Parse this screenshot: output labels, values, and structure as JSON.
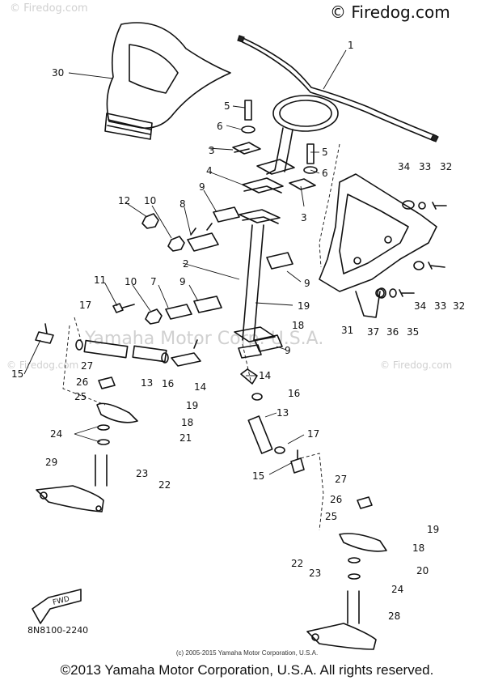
{
  "watermarks": {
    "brand_top": "© Firedog.com",
    "faint_top_left": "© Firedog.com",
    "center": "Yamaha Motor Corp. U.S.A.",
    "faint_mid_left": "© Firedog.com",
    "faint_mid_right": "© Firedog.com"
  },
  "diagram_code": "8N8100-2240",
  "front_arrow_label": "FWD",
  "credit_line": "(c) 2005-2015 Yamaha Motor Corporation, U.S.A.",
  "copyright": "©2013 Yamaha Motor Corporation, U.S.A. All rights reserved.",
  "callouts": [
    "1",
    "2",
    "3",
    "3",
    "4",
    "5",
    "5",
    "6",
    "6",
    "7",
    "8",
    "9",
    "9",
    "9",
    "9",
    "10",
    "10",
    "11",
    "12",
    "13",
    "13",
    "14",
    "14",
    "15",
    "15",
    "16",
    "16",
    "17",
    "17",
    "18",
    "18",
    "18",
    "19",
    "19",
    "19",
    "20",
    "21",
    "22",
    "22",
    "23",
    "23",
    "24",
    "24",
    "25",
    "25",
    "26",
    "26",
    "27",
    "27",
    "28",
    "29",
    "30",
    "31",
    "32",
    "32",
    "33",
    "33",
    "34",
    "34",
    "35",
    "36",
    "37"
  ]
}
